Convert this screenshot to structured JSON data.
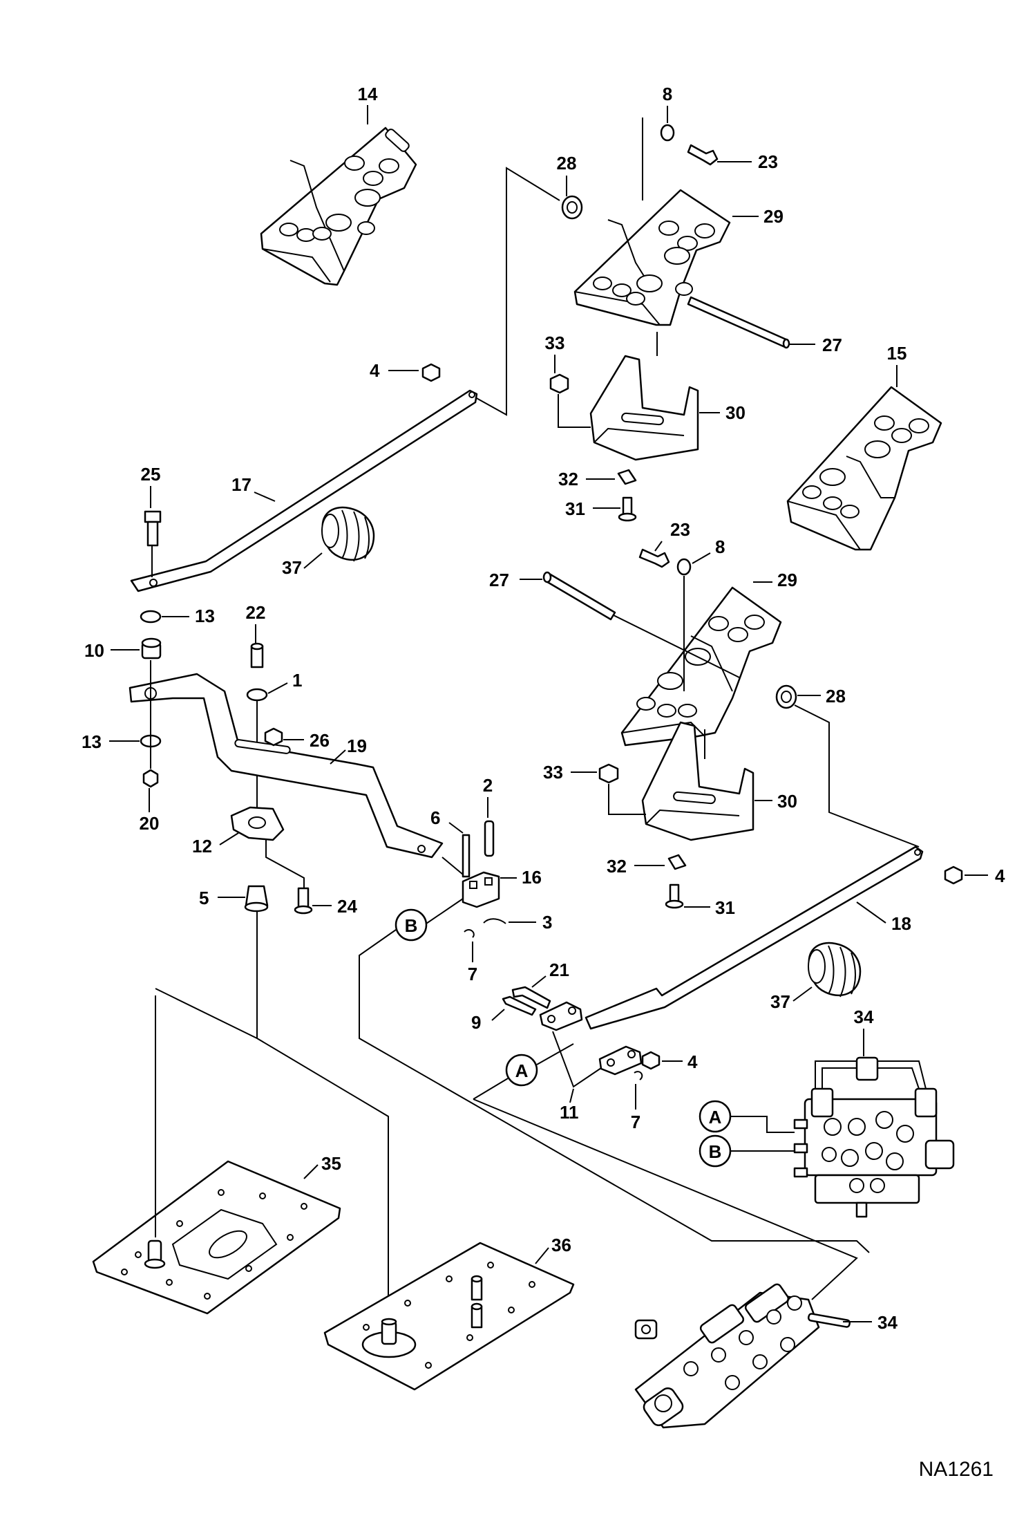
{
  "drawing_code": "NA1261",
  "callouts": {
    "p1": "1",
    "p2": "2",
    "p3": "3",
    "p4a": "4",
    "p4b": "4",
    "p4c": "4",
    "p5": "5",
    "p6": "6",
    "p7a": "7",
    "p7b": "7",
    "p8a": "8",
    "p8b": "8",
    "p9": "9",
    "p10": "10",
    "p11": "11",
    "p12": "12",
    "p13a": "13",
    "p13b": "13",
    "p14": "14",
    "p15": "15",
    "p16": "16",
    "p17": "17",
    "p18": "18",
    "p19": "19",
    "p20": "20",
    "p21": "21",
    "p22": "22",
    "p23a": "23",
    "p23b": "23",
    "p24": "24",
    "p25": "25",
    "p26": "26",
    "p27a": "27",
    "p27b": "27",
    "p28a": "28",
    "p28b": "28",
    "p29a": "29",
    "p29b": "29",
    "p30a": "30",
    "p30b": "30",
    "p31a": "31",
    "p31b": "31",
    "p32a": "32",
    "p32b": "32",
    "p33a": "33",
    "p33b": "33",
    "p34a": "34",
    "p34b": "34",
    "p35": "35",
    "p36": "36",
    "p37a": "37",
    "p37b": "37"
  },
  "connectors": {
    "A_main": "A",
    "B_main": "B",
    "A_valve": "A",
    "B_valve": "B"
  }
}
